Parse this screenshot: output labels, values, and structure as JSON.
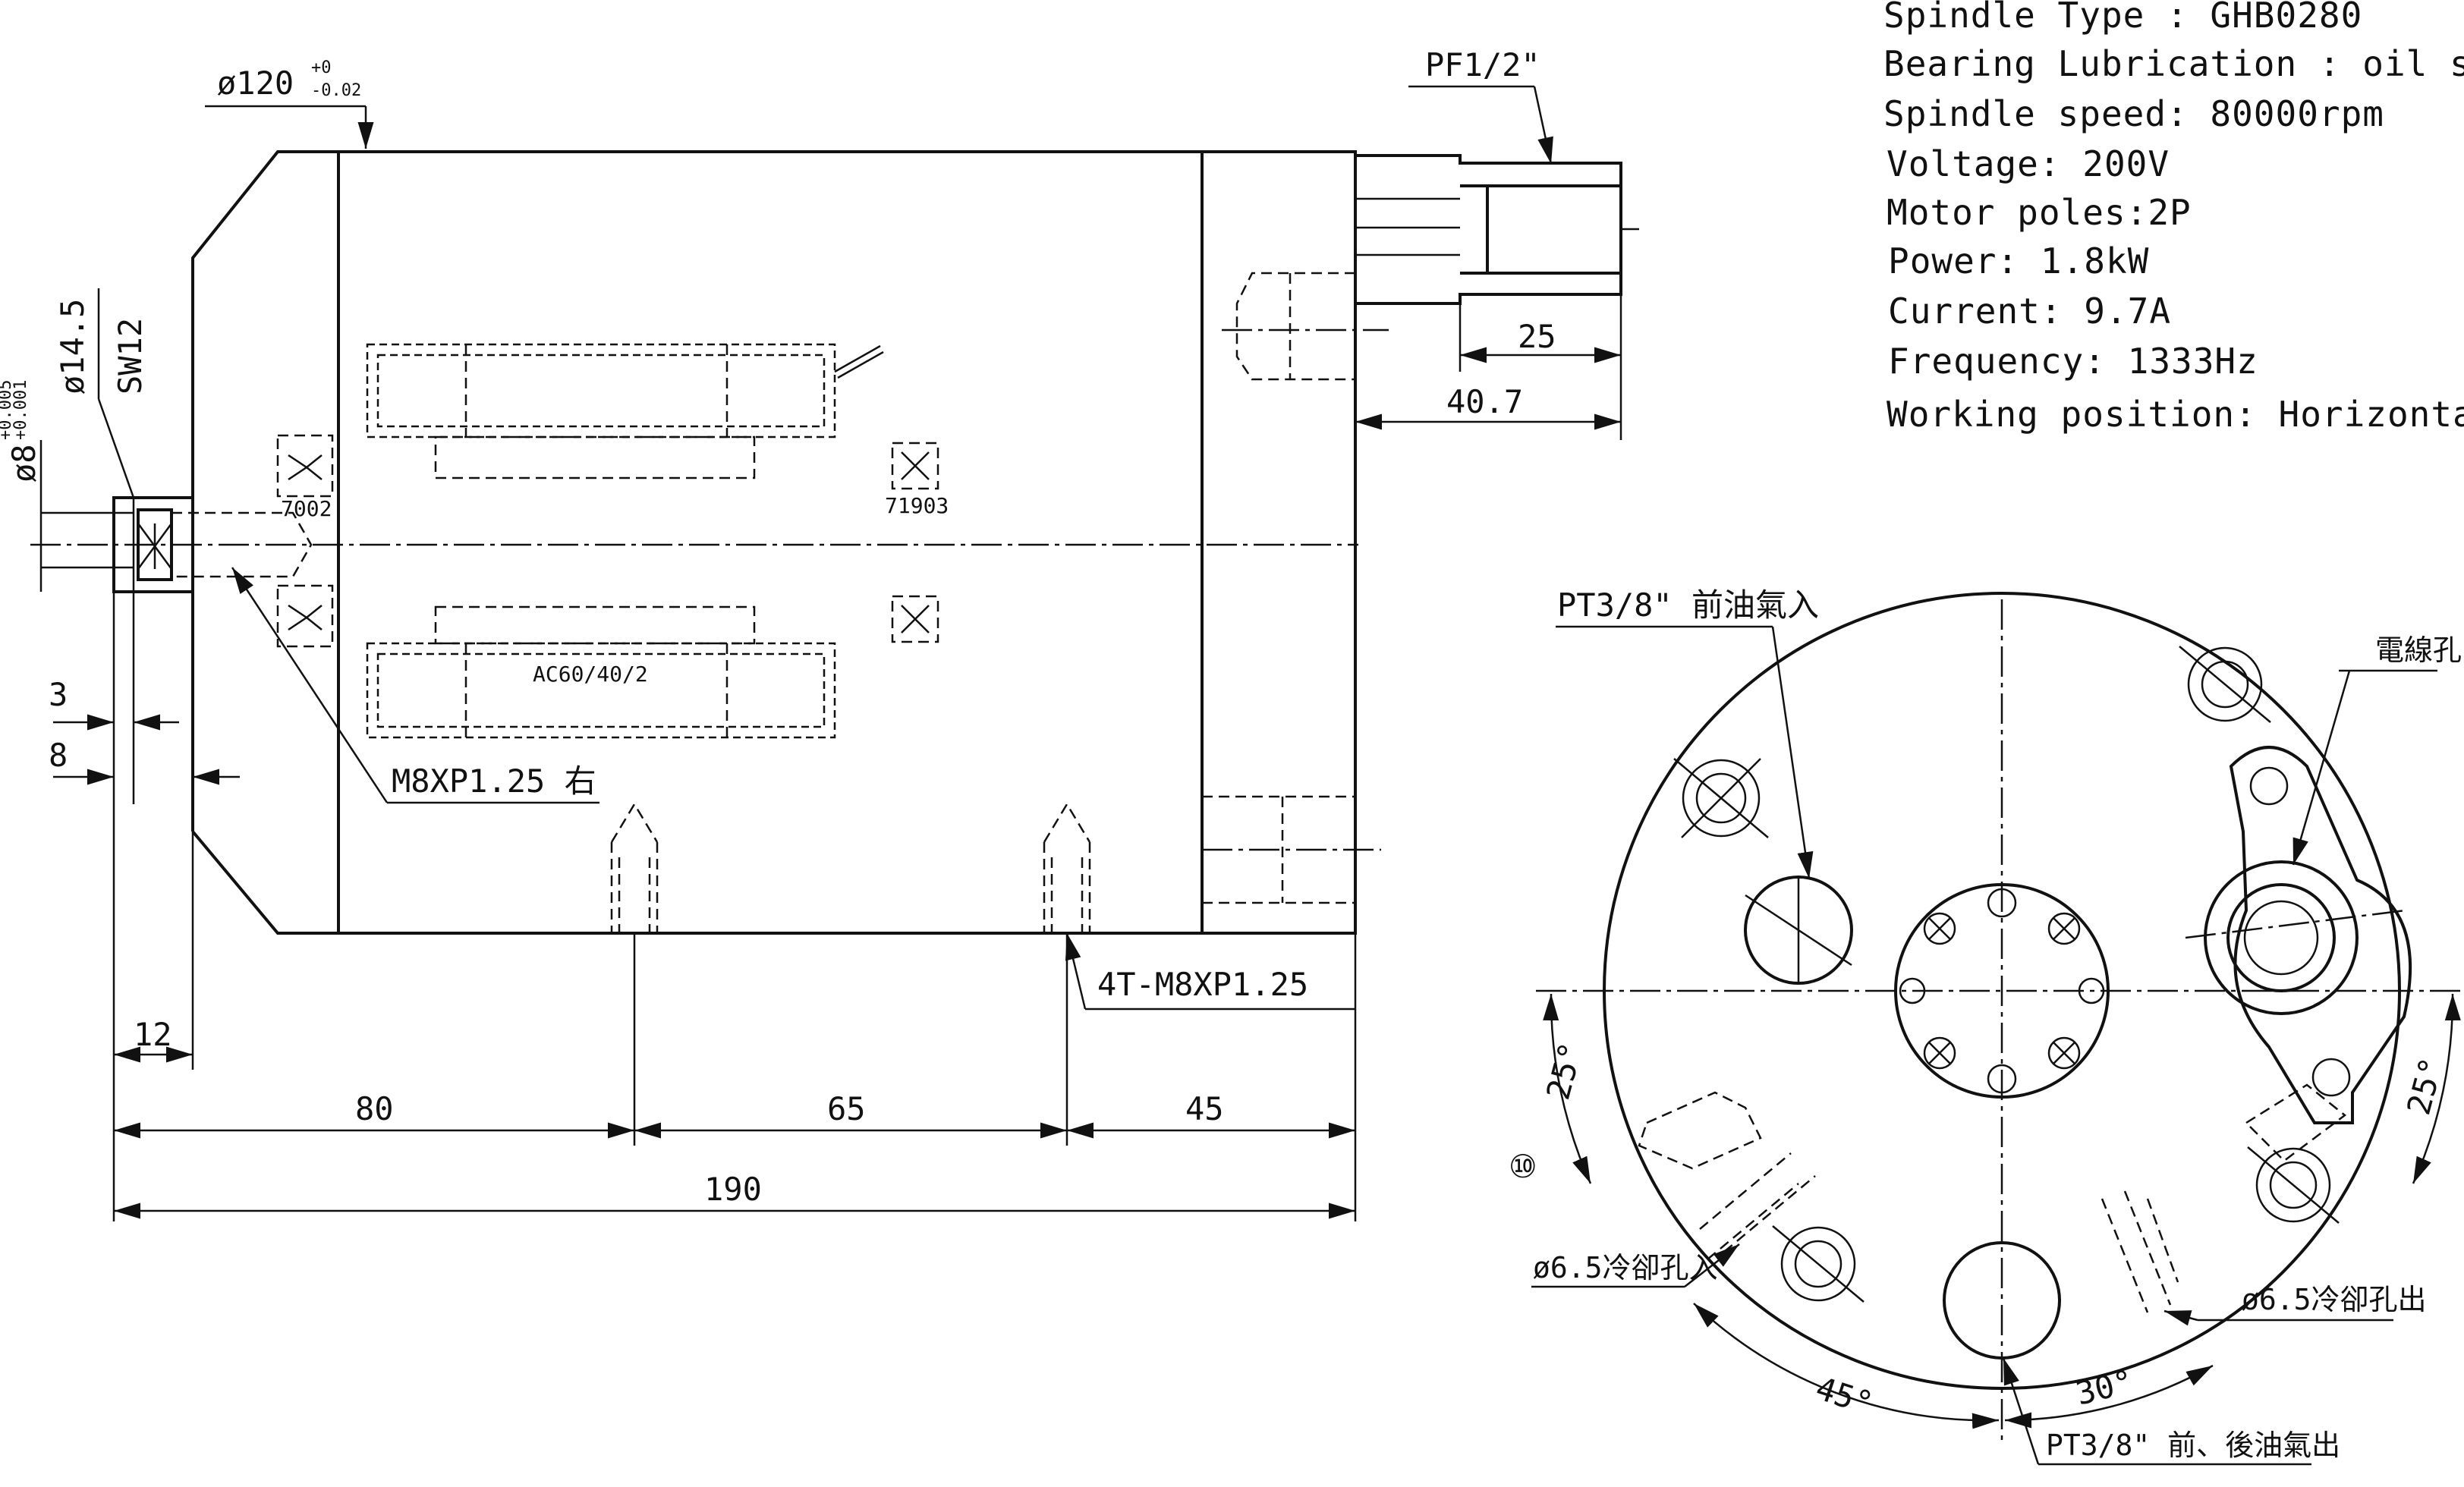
{
  "specs": [
    "Spindle Type : GHB0280",
    "Bearing Lubrication : oil spot",
    "Spindle speed: 80000rpm",
    "Voltage: 200V",
    "Motor poles:2P",
    "Power: 1.8kW",
    "Current: 9.7A",
    "Frequency: 1333Hz",
    "Working position: Horizontal"
  ],
  "side_view": {
    "diameter_body": "ø120",
    "diameter_body_tol_upper": "+0",
    "diameter_body_tol_lower": "-0.02",
    "pipe_thread_top": "PF1/2\"",
    "dim_25": "25",
    "dim_40_7": "40.7",
    "shaft_dia": "ø14.5",
    "wrench": "SW12",
    "bore_dia": "ø8",
    "bore_tol_upper": "+0.005",
    "bore_tol_lower": "+0.001",
    "bearing_front": "7002",
    "bearing_rear": "71903",
    "motor": "AC60/40/2",
    "thread_nose": "M8XP1.25 右",
    "thread_mount": "4T-M8XP1.25",
    "dim_3": "3",
    "dim_8": "8",
    "dim_12": "12",
    "dim_80": "80",
    "dim_65": "65",
    "dim_45": "45",
    "dim_190": "190"
  },
  "end_view": {
    "oil_air_in": "PT3/8\" 前油氣入",
    "cable_hole": "電線孔",
    "angle_25_left": "25°",
    "angle_25_right": "25°",
    "label_10": "⑩",
    "coolant_in": "ø6.5冷卻孔入",
    "coolant_out": "ø6.5冷卻孔出",
    "angle_45": "45°",
    "angle_30": "30°",
    "oil_air_out": "PT3/8\" 前、後油氣出"
  }
}
